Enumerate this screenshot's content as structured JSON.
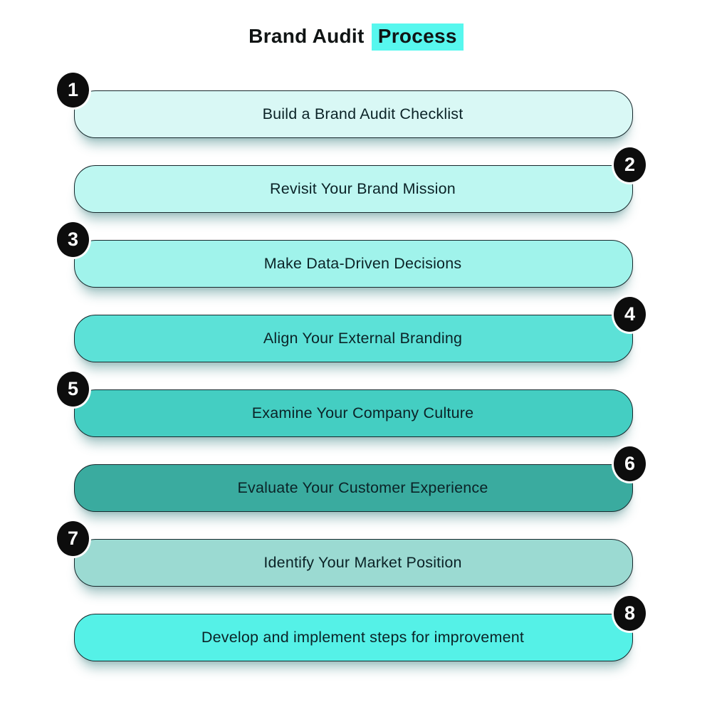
{
  "title": {
    "prefix": "Brand Audit ",
    "highlight": "Process",
    "highlight_color": "#57F7EE"
  },
  "steps": [
    {
      "number": "1",
      "label": "Build a Brand Audit Checklist",
      "color": "#D9F8F5",
      "badge_side": "left"
    },
    {
      "number": "2",
      "label": "Revisit Your Brand Mission",
      "color": "#BDF7F1",
      "badge_side": "right"
    },
    {
      "number": "3",
      "label": "Make Data-Driven Decisions",
      "color": "#A0F3EB",
      "badge_side": "left"
    },
    {
      "number": "4",
      "label": "Align Your External Branding",
      "color": "#5CE1D7",
      "badge_side": "right"
    },
    {
      "number": "5",
      "label": "Examine Your Company Culture",
      "color": "#44CEC2",
      "badge_side": "left"
    },
    {
      "number": "6",
      "label": "Evaluate Your Customer Experience",
      "color": "#3AAB9F",
      "badge_side": "right"
    },
    {
      "number": "7",
      "label": "Identify Your Market Position",
      "color": "#9BDAD2",
      "badge_side": "left"
    },
    {
      "number": "8",
      "label": "Develop and implement steps for improvement",
      "color": "#55F1E7",
      "badge_side": "right"
    }
  ]
}
